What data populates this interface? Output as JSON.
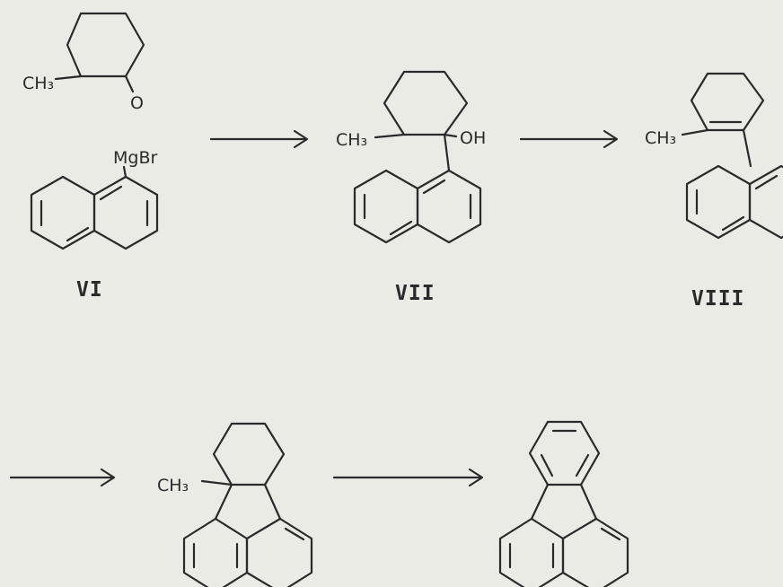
{
  "scheme": {
    "compounds": [
      {
        "id": "VI",
        "label": "VI",
        "substituents": [
          "CH3",
          "O",
          "MgBr"
        ]
      },
      {
        "id": "VII",
        "label": "VII",
        "substituents": [
          "CH3",
          "OH"
        ]
      },
      {
        "id": "VIII",
        "label": "VIII",
        "substituents": [
          "CH3"
        ]
      },
      {
        "id": "IX",
        "label": "",
        "substituents": [
          "CH3"
        ]
      },
      {
        "id": "X",
        "label": "",
        "substituents": []
      }
    ],
    "arrows": [
      {
        "from": "VI",
        "to": "VII"
      },
      {
        "from": "VII",
        "to": "VIII"
      },
      {
        "from": "VIII",
        "to": "IX"
      },
      {
        "from": "IX",
        "to": "X"
      }
    ]
  },
  "labels": {
    "vi": {
      "ch3": "CH₃",
      "o": "O",
      "mgbr": "MgBr",
      "name": "VI"
    },
    "vii": {
      "ch3": "CH₃",
      "oh": "OH",
      "name": "VII"
    },
    "viii": {
      "ch3": "CH₃",
      "name": "VIII"
    },
    "ix": {
      "ch3": "CH₃"
    }
  },
  "colors": {
    "ink": "#2a2a2a",
    "paper": "#ebebe6"
  }
}
